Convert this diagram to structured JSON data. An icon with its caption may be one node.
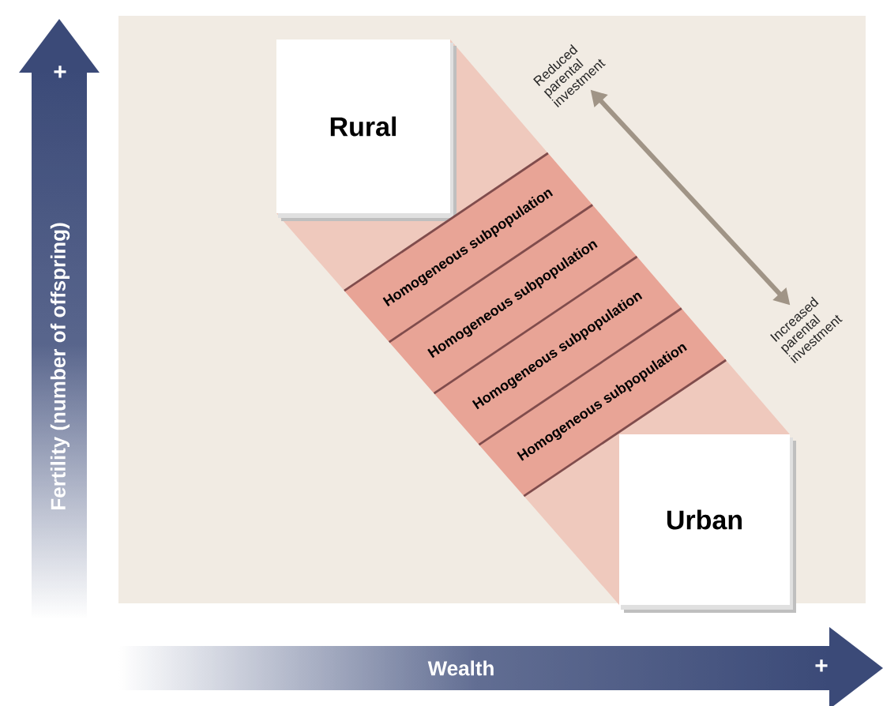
{
  "diagram": {
    "nodes": [
      {
        "text": [
          "Rural"
        ]
      },
      {
        "text": [
          "Urban"
        ]
      },
      {
        "text": [
          "Homogeneous subpopulation"
        ]
      },
      {
        "text": [
          "Homogeneous subpopulation"
        ]
      },
      {
        "text": [
          "Homogeneous subpopulation"
        ]
      },
      {
        "text": [
          "Homogeneous subpopulation"
        ]
      },
      {
        "text": [
          "Reduced parental investment"
        ]
      },
      {
        "text": [
          "Increased parental investment"
        ]
      }
    ],
    "edges": [
      {
        "from": 6,
        "to": 7,
        "arrow": "both"
      }
    ],
    "labels": [
      "Fertility (number of offspring)",
      "+",
      "Wealth",
      "+"
    ]
  }
}
